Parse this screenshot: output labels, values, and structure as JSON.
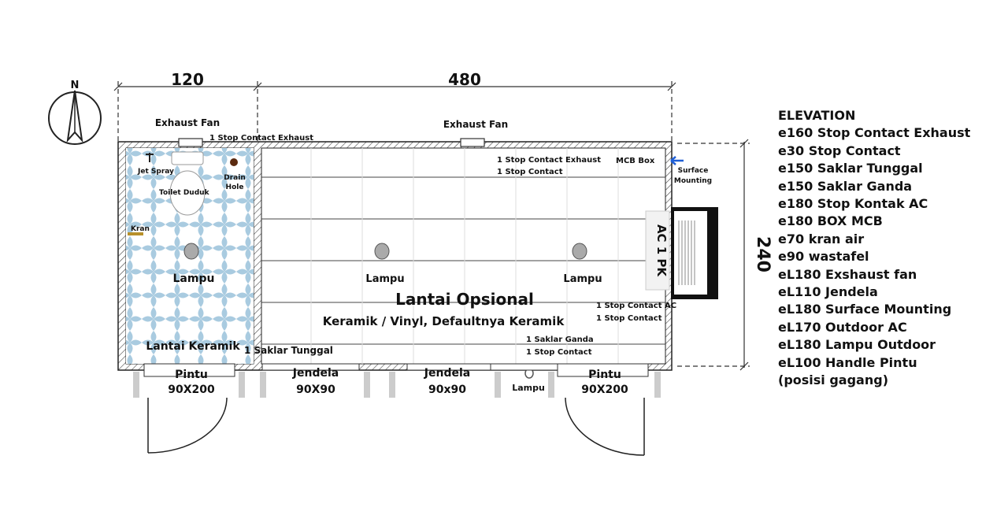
{
  "dimensions": {
    "width_left": "120",
    "width_right": "480",
    "height": "240"
  },
  "compass": {
    "north": "N"
  },
  "labels": {
    "exhaust_fan_left": "Exhaust Fan",
    "exhaust_fan_right": "Exhaust Fan",
    "stop_contact_exhaust_top": "1 Stop Contact Exhaust",
    "jet_spray": "Jet Spray",
    "toilet": "Toilet Duduk",
    "drain_line1": "Drain",
    "drain_line2": "Hole",
    "kran": "Kran",
    "lampu_bath": "Lampu",
    "lantai_keramik": "Lantai Keramik",
    "saklar_tunggal": "1 Saklar Tunggal",
    "sc_exhaust_room": "1 Stop Contact Exhaust",
    "sc_room": "1 Stop Contact",
    "mcb_box": "MCB Box",
    "surface_line1": "Surface",
    "surface_line2": "Mounting",
    "ac": "AC 1 PK",
    "lampu_mid": "Lampu",
    "lampu_right": "Lampu",
    "lantai_opsional": "Lantai Opsional",
    "lantai_desc": "Keramik / Vinyl, Defaultnya Keramik",
    "sc_ac": "1 Stop Contact AC",
    "sc_ac2": "1 Stop Contact",
    "saklar_ganda": "1 Saklar Ganda",
    "sc_bottom": "1 Stop Contact",
    "pintu_left": "Pintu",
    "pintu_left_size": "90X200",
    "jendela_left": "Jendela",
    "jendela_left_size": "90X90",
    "jendela_right": "Jendela",
    "jendela_right_size": "90x90",
    "lampu_outdoor": "Lampu",
    "pintu_right": "Pintu",
    "pintu_right_size": "90X200"
  },
  "elevation": {
    "title": "ELEVATION",
    "items": [
      "e160 Stop Contact Exhaust",
      "e30 Stop Contact",
      "e150 Saklar Tunggal",
      "e150 Saklar Ganda",
      "e180 Stop Kontak AC",
      "e180 BOX MCB",
      "e70 kran air",
      "e90 wastafel",
      "eL180 Exshaust fan",
      "eL110 Jendela",
      "eL180 Surface Mounting",
      "eL170 Outdoor AC",
      "eL180 Lampu Outdoor",
      "eL100 Handle Pintu",
      "(posisi gagang)"
    ]
  },
  "colors": {
    "tile": "#a9cbe0",
    "wall": "#333333",
    "kran": "#b8902a",
    "surface_arrow": "#1f5fd6"
  }
}
